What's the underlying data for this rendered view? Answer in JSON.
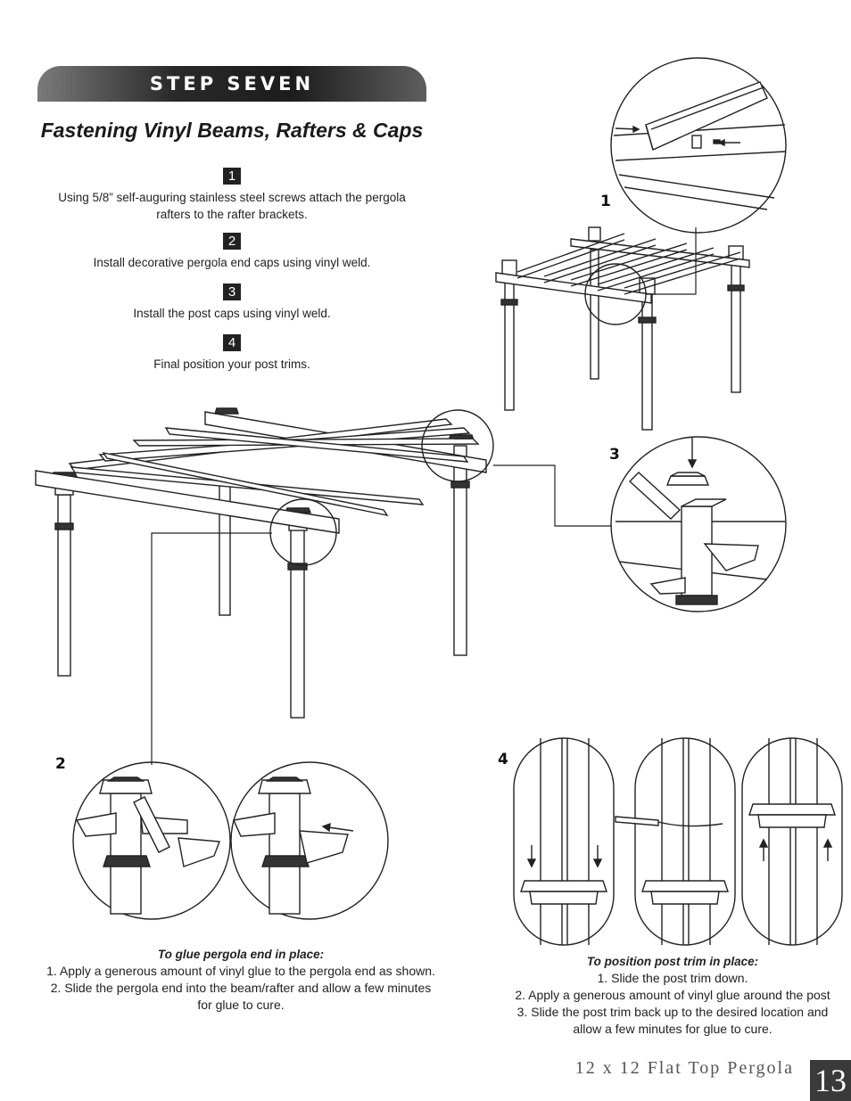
{
  "header": {
    "step_title": "STEP SEVEN",
    "subtitle": "Fastening Vinyl Beams, Rafters & Caps"
  },
  "steps": [
    {
      "num": "1",
      "text": "Using 5/8” self-auguring stainless steel screws attach the pergola rafters to the rafter brackets."
    },
    {
      "num": "2",
      "text": "Install decorative pergola end caps using vinyl weld."
    },
    {
      "num": "3",
      "text": "Install the post caps using vinyl weld."
    },
    {
      "num": "4",
      "text": "Final position your post trims."
    }
  ],
  "figure_labels": {
    "fig1": "1",
    "fig2": "2",
    "fig3": "3",
    "fig4": "4"
  },
  "caption_left": {
    "heading": "To glue pergola end in place:",
    "lines": [
      "1. Apply a generous amount of vinyl glue to the pergola end as shown.",
      "2. Slide the pergola end into the beam/rafter and  allow a few minutes",
      "for glue to cure."
    ]
  },
  "caption_right": {
    "heading": "To position post trim in place:",
    "lines": [
      "1. Slide the post trim down.",
      "2. Apply a generous amount of vinyl glue around the post",
      "3. Slide the post trim back up to the desired location and",
      "allow a few minutes for glue to cure."
    ]
  },
  "footer": {
    "title": "12 x 12 Flat Top Pergola",
    "page_number": "13"
  }
}
